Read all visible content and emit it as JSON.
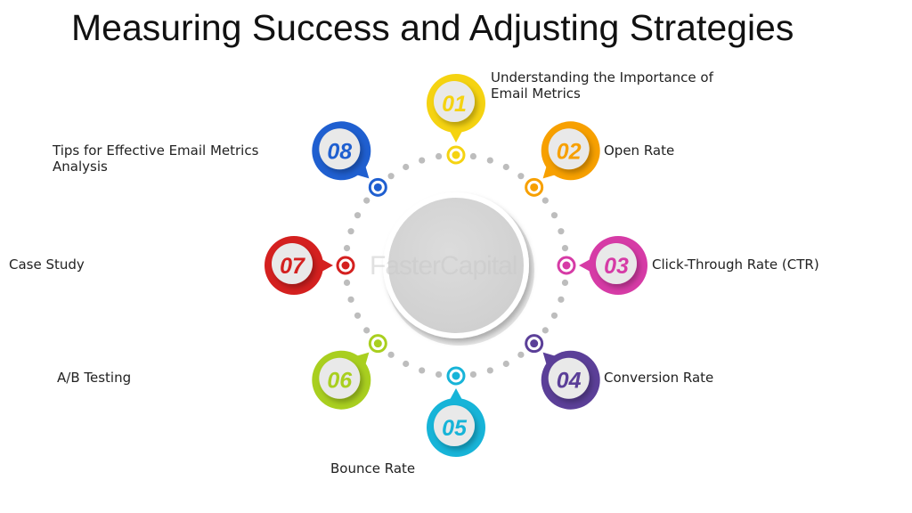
{
  "title": "Measuring Success and Adjusting Strategies",
  "watermark": "FasterCapital",
  "steps": [
    {
      "number": "01",
      "label": "Understanding the Importance of Email Metrics",
      "color": "#f5d311"
    },
    {
      "number": "02",
      "label": "Open Rate",
      "color": "#f7a000"
    },
    {
      "number": "03",
      "label": "Click-Through Rate (CTR)",
      "color": "#d63ba6"
    },
    {
      "number": "04",
      "label": "Conversion Rate",
      "color": "#5b3f98"
    },
    {
      "number": "05",
      "label": "Bounce Rate",
      "color": "#17b4d8"
    },
    {
      "number": "06",
      "label": "A/B Testing",
      "color": "#a9cf1f"
    },
    {
      "number": "07",
      "label": "Case Study",
      "color": "#d4201f"
    },
    {
      "number": "08",
      "label": "Tips for Effective Email Metrics Analysis",
      "color": "#1f5fd0"
    }
  ]
}
